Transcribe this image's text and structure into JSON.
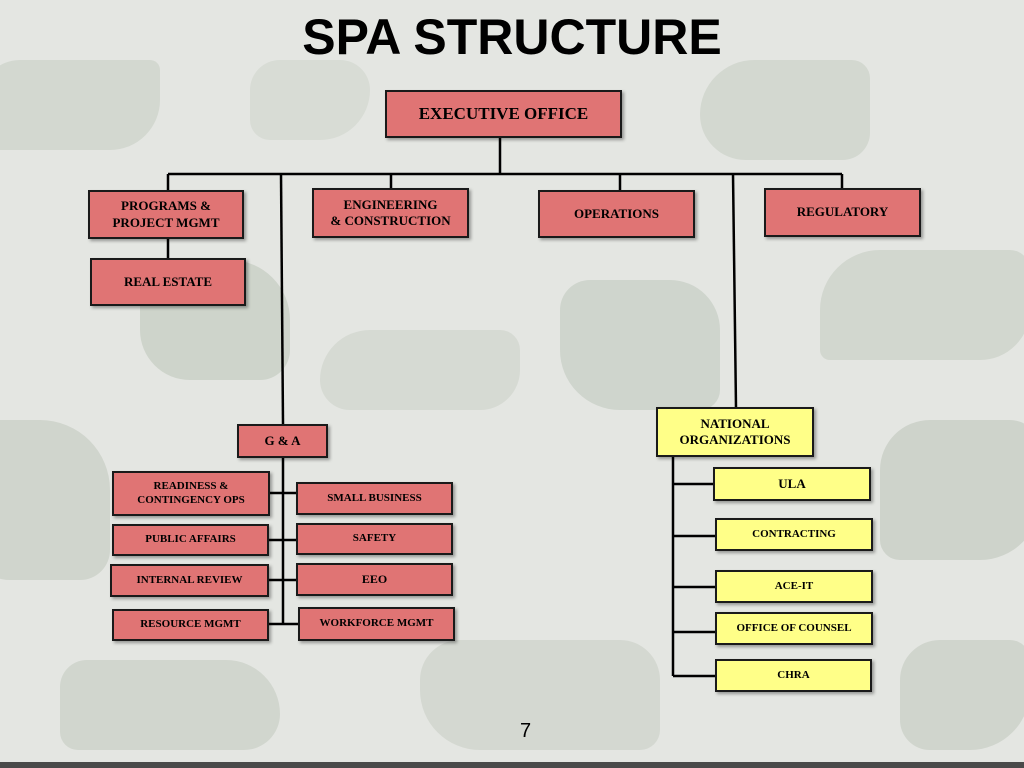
{
  "title": "SPA STRUCTURE",
  "executive": "EXECUTIVE OFFICE",
  "directorates": {
    "programs": "PROGRAMS &\nPROJECT MGMT",
    "real_estate": "REAL ESTATE",
    "engineering": "ENGINEERING\n& CONSTRUCTION",
    "operations": "OPERATIONS",
    "regulatory": "REGULATORY"
  },
  "ga": {
    "label": "G & A",
    "left": [
      "READINESS &\nCONTINGENCY OPS",
      "PUBLIC AFFAIRS",
      "INTERNAL REVIEW",
      "RESOURCE MGMT"
    ],
    "right": [
      "SMALL BUSINESS",
      "SAFETY",
      "EEO",
      "WORKFORCE MGMT"
    ]
  },
  "national": {
    "label": "NATIONAL\nORGANIZATIONS",
    "items": [
      "ULA",
      "CONTRACTING",
      "ACE-IT",
      "OFFICE OF COUNSEL",
      "CHRA"
    ]
  },
  "colors": {
    "unit_box": "#e07474",
    "national_box": "#ffff88",
    "connector": "#000000"
  },
  "page_number": "7"
}
